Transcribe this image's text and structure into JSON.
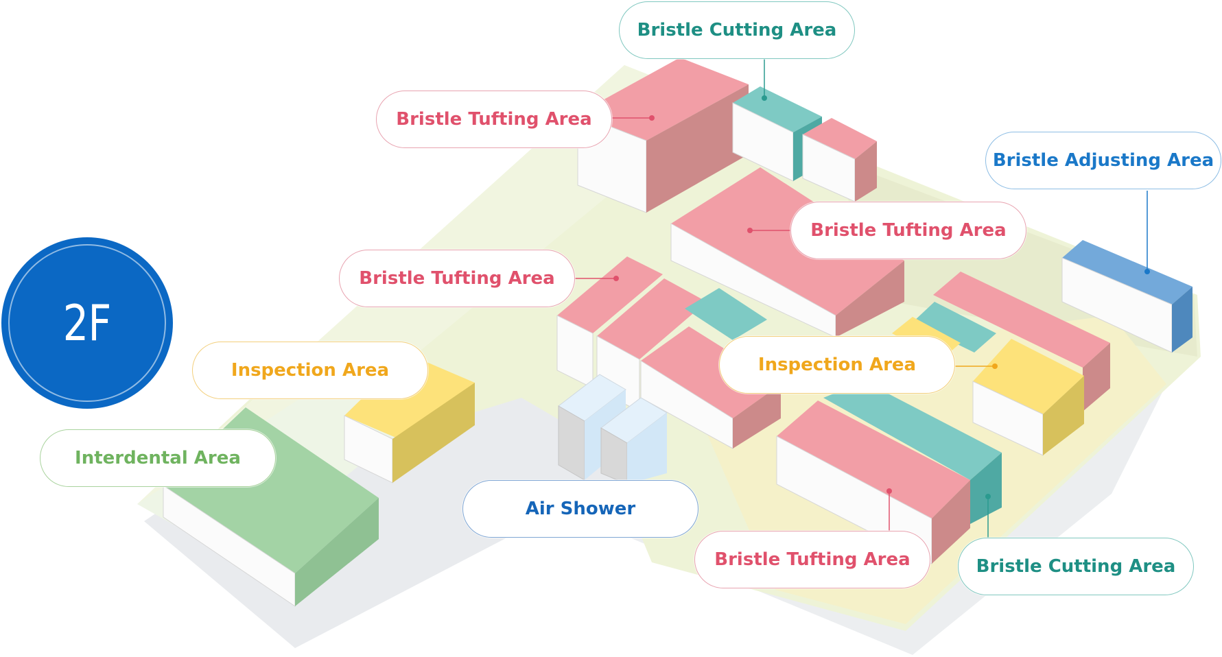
{
  "floor": {
    "label": "2F",
    "color": "#0b68c4"
  },
  "colors": {
    "tufting": "#f29ea6",
    "cutting": "#7ecac4",
    "adjusting": "#73a9da",
    "inspection": "#fde27a",
    "interdental": "#a3d3a5",
    "air_shower": "#dcedfa",
    "floor": "#eef3d8"
  },
  "areas": {
    "bristle_cutting_top": "Bristle Cutting Area",
    "bristle_tufting_top": "Bristle Tufting Area",
    "bristle_adjusting": "Bristle Adjusting Area",
    "bristle_tufting_middle": "Bristle Tufting Area",
    "bristle_tufting_left": "Bristle Tufting Area",
    "inspection_left": "Inspection Area",
    "inspection_right": "Inspection Area",
    "interdental": "Interdental Area",
    "air_shower": "Air Shower",
    "bristle_tufting_bottom": "Bristle Tufting Area",
    "bristle_cutting_bottom": "Bristle Cutting Area"
  }
}
